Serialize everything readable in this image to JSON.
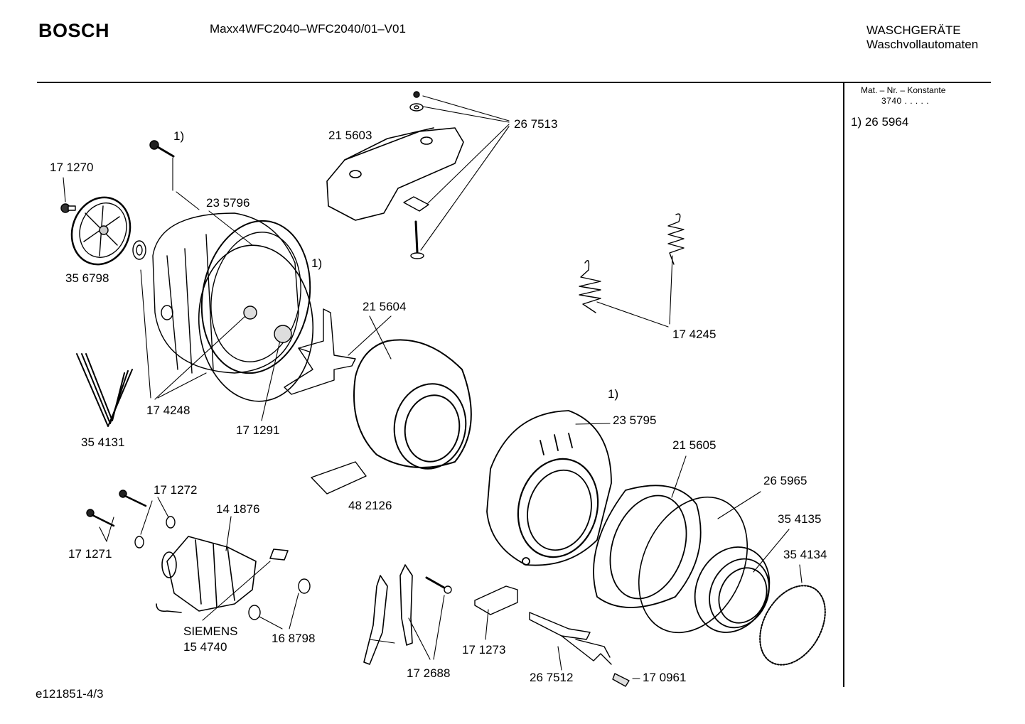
{
  "header": {
    "brand": "BOSCH",
    "model": "Maxx4WFC2040–WFC2040/01–V01",
    "category": "WASCHGERÄTE",
    "subcategory": "Waschvollautomaten"
  },
  "sidebar": {
    "mat_label": "Mat. – Nr. – Konstante",
    "mat_value": "3740 . . . . .",
    "note": "1) 26 5964"
  },
  "footer": {
    "doc_id": "e121851-4/3"
  },
  "labels": {
    "p171270": "17 1270",
    "n1a": "1)",
    "p235796": "23 5796",
    "p356798": "35 6798",
    "n1b": "1)",
    "p215603": "21 5603",
    "p267513": "26 7513",
    "p215604": "21 5604",
    "p174245": "17 4245",
    "p174248": "17 4248",
    "p171291": "17 1291",
    "p354131": "35 4131",
    "n1c": "1)",
    "p235795": "23 5795",
    "p215605": "21 5605",
    "p265965": "26 5965",
    "p354135": "35 4135",
    "p354134": "35 4134",
    "p482126": "48 2126",
    "p171272": "17 1272",
    "p141876": "14 1876",
    "p171271": "17 1271",
    "siemens": "SIEMENS",
    "p154740": "15 4740",
    "p168798": "16 8798",
    "p171273": "17 1273",
    "p172688": "17 2688",
    "p267512": "26 7512",
    "p170961": "17 0961"
  }
}
